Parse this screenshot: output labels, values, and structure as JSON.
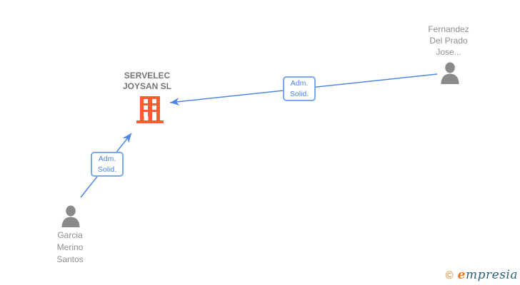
{
  "diagram": {
    "company": {
      "name": "SERVELEC\nJOYSAN SL",
      "icon": "building-icon"
    },
    "persons": [
      {
        "name": "Fernandez\nDel Prado\nJose...",
        "icon": "person-icon"
      },
      {
        "name": "Garcia\nMerino\nSantos",
        "icon": "person-icon"
      }
    ],
    "relationships": [
      {
        "from": "Fernandez Del Prado Jose...",
        "to": "SERVELEC JOYSAN SL",
        "label": "Adm.\nSolid."
      },
      {
        "from": "Garcia Merino Santos",
        "to": "SERVELEC JOYSAN SL",
        "label": "Adm.\nSolid."
      }
    ]
  },
  "footer": {
    "copyright_symbol": "©",
    "brand_first_letter": "e",
    "brand_rest": "mpresia"
  },
  "colors": {
    "edge_blue": "#4e86e8",
    "edge_label_border": "#7aa9e9",
    "edge_label_text": "#4a86e8",
    "company_orange": "#ff5a30",
    "person_gray": "#8a8a8a",
    "company_text_gray": "#757575",
    "person_text_gray": "#8f8f8f",
    "logo_orange": "#e8791a",
    "logo_blue": "#2c607d"
  }
}
